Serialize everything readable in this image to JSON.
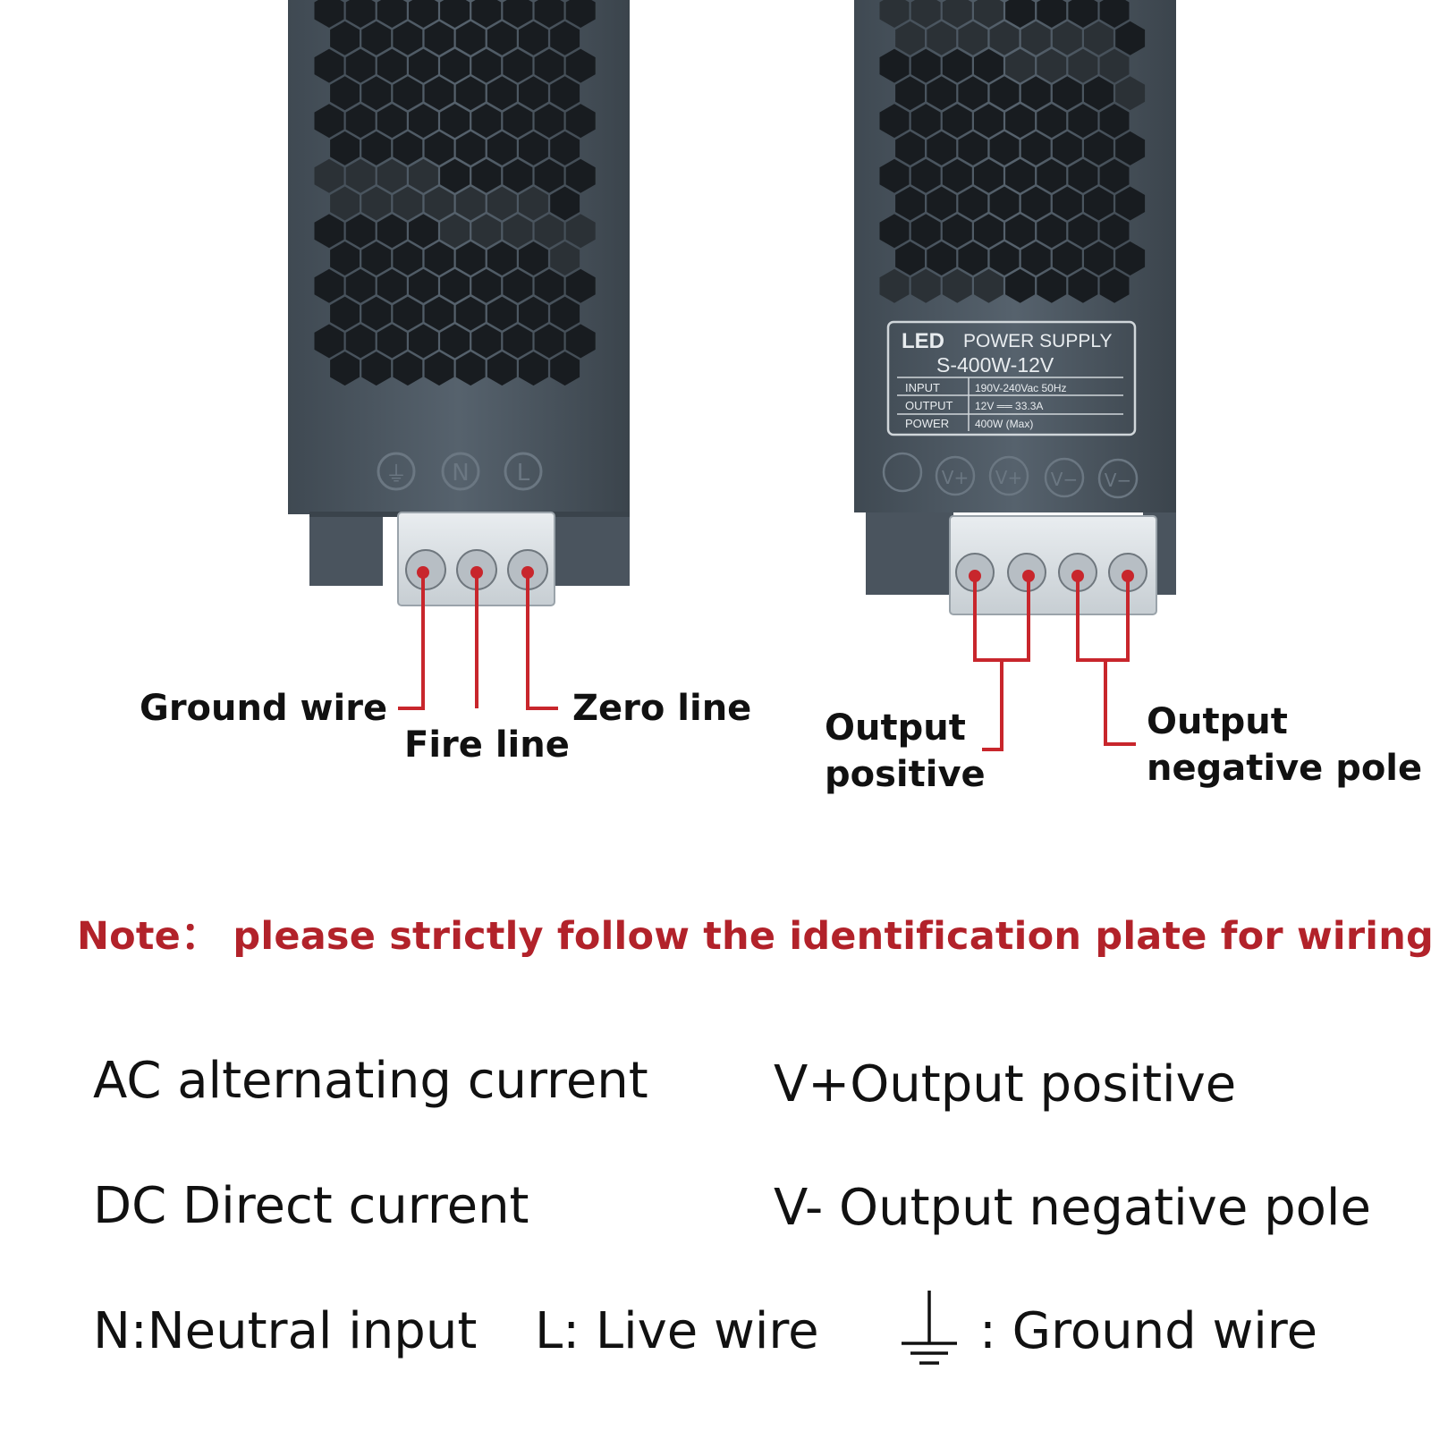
{
  "labels": {
    "ground_wire": "Ground wire",
    "fire_line": "Fire line",
    "zero_line": "Zero line",
    "output_positive_line1": "Output",
    "output_positive_line2": "positive",
    "output_negative_line1": "Output",
    "output_negative_line2": "negative pole"
  },
  "plate": {
    "brand": "LED",
    "title": "POWER SUPPLY",
    "model": "S-400W-12V",
    "input_label": "INPUT",
    "input_value": "190V-240Vac   50Hz",
    "output_label": "OUTPUT",
    "output_value": "12V ══ 33.3A",
    "power_label": "POWER",
    "power_value": "400W (Max)"
  },
  "terminal_markings": {
    "ac": [
      "⏚",
      "N",
      "L"
    ],
    "dc": [
      "V+",
      "V+",
      "V−",
      "V−"
    ]
  },
  "note": "Note： please strictly follow the identification plate for wiring",
  "legend": {
    "ac": "AC alternating current",
    "vplus": "V+Output positive",
    "dc": "DC Direct current",
    "vminus": "V- Output negative pole",
    "neutral": "N:Neutral input",
    "live": "L: Live wire",
    "ground": ": Ground wire"
  },
  "colors": {
    "case": "#4f5b66",
    "wire_line": "#c8262c",
    "note_text": "#b2222a"
  }
}
